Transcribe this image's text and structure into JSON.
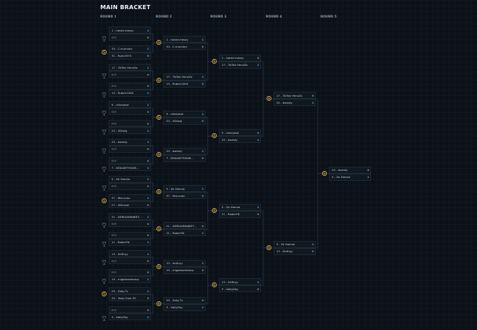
{
  "title": "MAIN BRACKET",
  "rounds": [
    {
      "label": "ROUND 1"
    },
    {
      "label": "ROUND 2"
    },
    {
      "label": "ROUND 3"
    },
    {
      "label": "ROUND 4"
    },
    {
      "label": "ROUND 5"
    }
  ],
  "matches": {
    "r1": [
      {
        "p1": "1 - hated.messy",
        "s1": "1",
        "p2": "BYE",
        "s2": "0",
        "w": 1
      },
      {
        "p1": "33 - C.munnies",
        "s1": "1",
        "p2": "31 - Ryan4574",
        "s2": "0",
        "w": 1
      },
      {
        "p1": "17 - TikTok HenzZa",
        "s1": "1",
        "p2": "BYE",
        "s2": "0",
        "w": 1
      },
      {
        "p1": "BYE",
        "s1": "0",
        "p2": "15 - Ruben1000",
        "s2": "1",
        "w": 2
      },
      {
        "p1": "9 - mikeybot",
        "s1": "1",
        "p2": "BYE",
        "s2": "0",
        "w": 1
      },
      {
        "p1": "BYE",
        "s1": "0",
        "p2": "23 - 2Dawg",
        "s2": "1",
        "w": 2
      },
      {
        "p1": "25 - dwesty",
        "s1": "1",
        "p2": "BYE",
        "s2": "0",
        "w": 1
      },
      {
        "p1": "BYE",
        "s1": "0",
        "p2": "7 - DEALWITHSAM...",
        "s2": "1",
        "w": 2
      },
      {
        "p1": "5 - Za Hamza",
        "s1": "1",
        "p2": "BYE",
        "s2": "0",
        "w": 1
      },
      {
        "p1": "37 - Mizurvau",
        "s1": "1",
        "p2": "27 - 2Bmraw",
        "s2": "0",
        "w": 1
      },
      {
        "p1": "21 - ADRIAANNdBET...",
        "s1": "1",
        "p2": "BYE",
        "s2": "0",
        "w": 1
      },
      {
        "p1": "BYE",
        "s1": "0",
        "p2": "11 - RadarYN",
        "s2": "1",
        "w": 2
      },
      {
        "p1": "13 - Selthyy",
        "s1": "1",
        "p2": "BYE",
        "s2": "0",
        "w": 1
      },
      {
        "p1": "BYE",
        "s1": "0",
        "p2": "19 - migatawnkamp",
        "s2": "1",
        "w": 2
      },
      {
        "p1": "29 - Zeky.Tv",
        "s1": "1",
        "p2": "35 - Tasty East 30",
        "s2": "0",
        "w": 1
      },
      {
        "p1": "BYE",
        "s1": "0",
        "p2": "3 - SaltyZay",
        "s2": "1",
        "w": 2
      }
    ],
    "r2": [
      {
        "p1": "1 - hated.messy",
        "s1": "1",
        "p2": "33 - C.munnies",
        "s2": "0",
        "w": 1
      },
      {
        "p1": "17 - TikTok HenzZa",
        "s1": "1",
        "p2": "15 - Ruben1000",
        "s2": "0",
        "w": 1
      },
      {
        "p1": "9 - mikeybot",
        "s1": "1",
        "p2": "23 - 2Dawg",
        "s2": "0",
        "w": 1
      },
      {
        "p1": "25 - dwesty",
        "s1": "1",
        "p2": "7 - DEALWITHSAM...",
        "s2": "0",
        "w": 1
      },
      {
        "p1": "5 - Za Hamza",
        "s1": "1",
        "p2": "37 - Mizurvau",
        "s2": "0",
        "w": 1
      },
      {
        "p1": "21 - ADRIAANNdBET...",
        "s1": "0",
        "p2": "11 - RadarYN",
        "s2": "1",
        "w": 2
      },
      {
        "p1": "13 - Selthyy",
        "s1": "1",
        "p2": "19 - migatawnkamp",
        "s2": "0",
        "w": 1
      },
      {
        "p1": "29 - Zeky.Tv",
        "s1": "0",
        "p2": "3 - SaltyZay",
        "s2": "1",
        "w": 2
      }
    ],
    "r3": [
      {
        "p1": "1 - hated.messy",
        "s1": "0",
        "p2": "17 - TikTok HenzZa",
        "s2": "1",
        "w": 2
      },
      {
        "p1": "9 - mikeybot",
        "s1": "0",
        "p2": "25 - dwesty",
        "s2": "1",
        "w": 2
      },
      {
        "p1": "5 - Za Hamza",
        "s1": "1",
        "p2": "11 - RadarYN",
        "s2": "0",
        "w": 1
      },
      {
        "p1": "13 - Selthyy",
        "s1": "1",
        "p2": "3 - SaltyZay",
        "s2": "0",
        "w": 1
      }
    ],
    "r4": [
      {
        "p1": "17 - TikTok HenzZa",
        "s1": "0",
        "p2": "25 - dwesty",
        "s2": "1",
        "w": 2
      },
      {
        "p1": "5 - Za Hamza",
        "s1": "1",
        "p2": "13 - Selthyy",
        "s2": "0",
        "w": 1
      }
    ],
    "r5": [
      {
        "p1": "25 - dwesty",
        "s1": "0",
        "p2": "5 - Za Hamza",
        "s2": "1",
        "w": 2
      }
    ]
  },
  "colors": {
    "win": "#4aa3ff",
    "accent": "#c9a23a"
  },
  "icons": {
    "badge": "coin-badge-icon",
    "trophy": "trophy-icon"
  }
}
